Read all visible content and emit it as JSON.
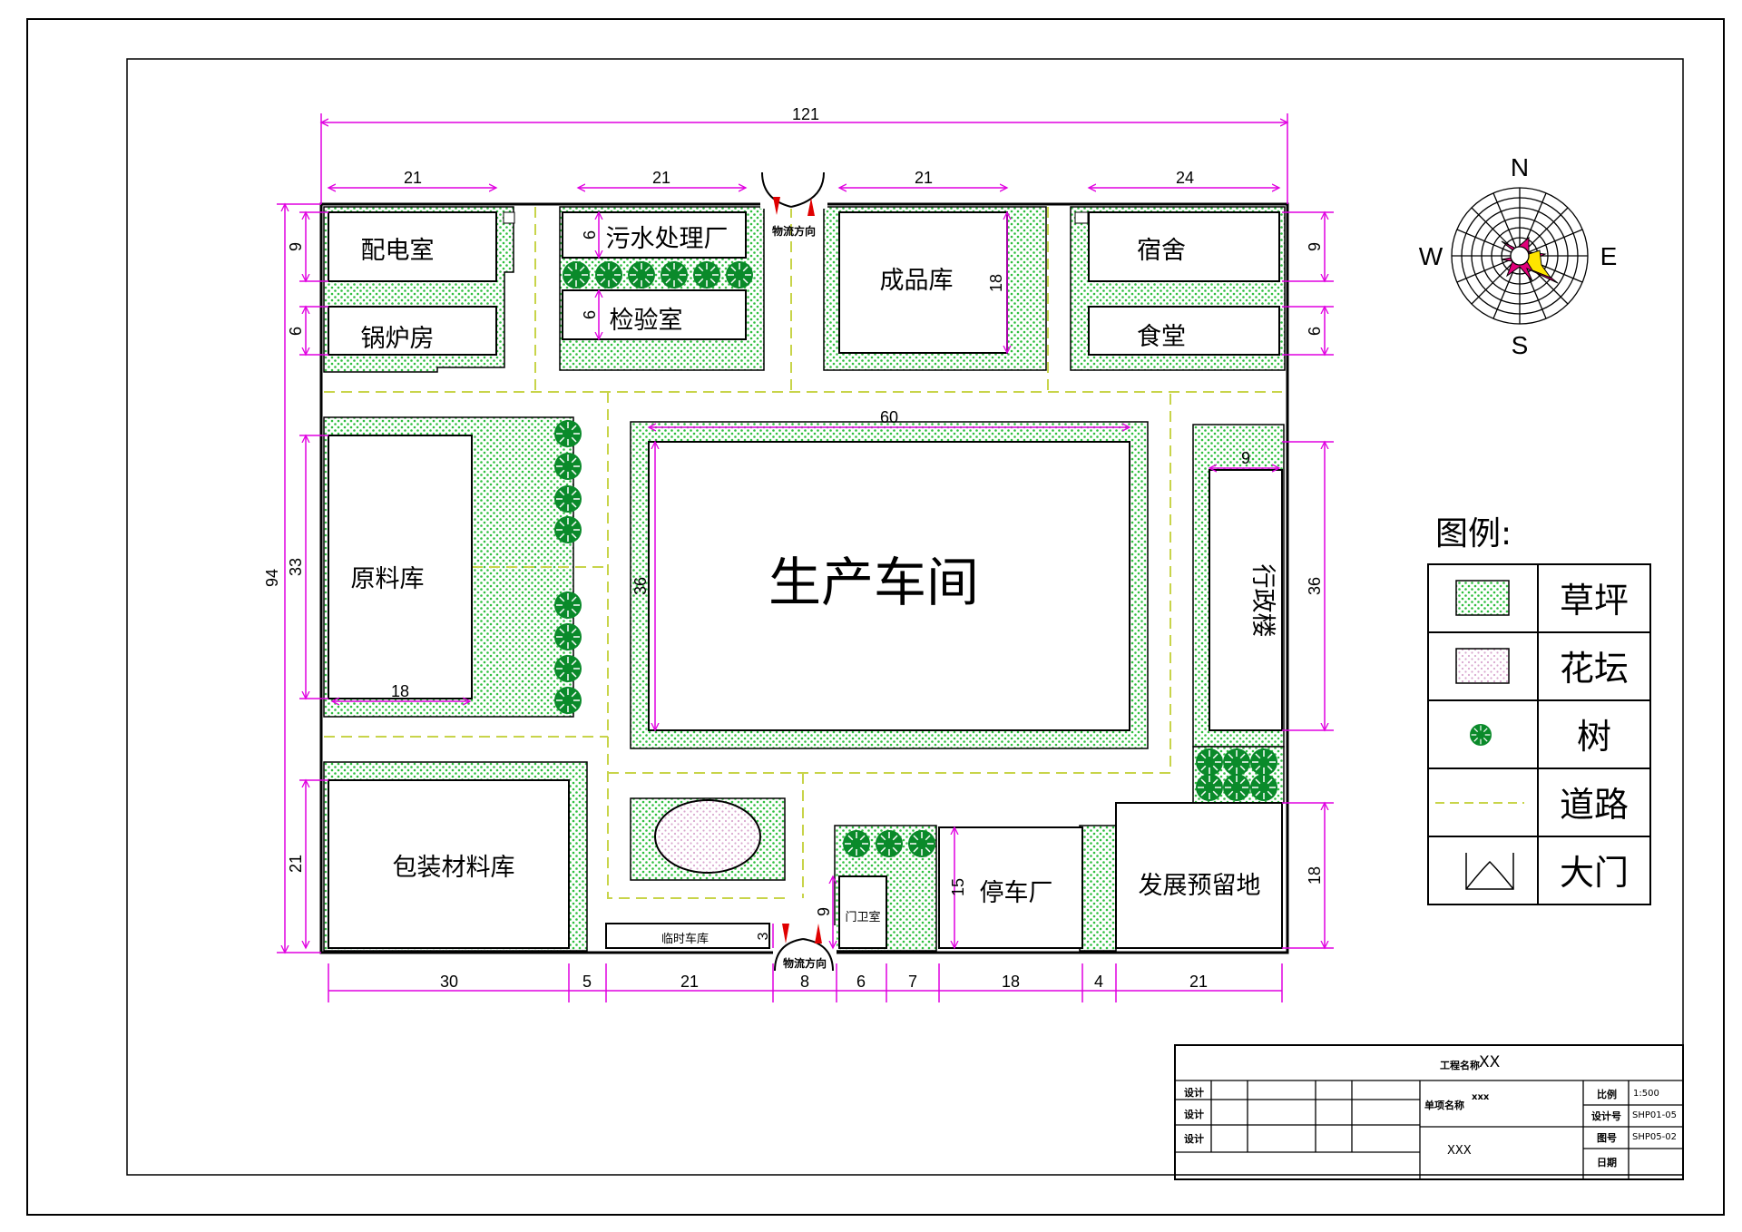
{
  "overall": {
    "width": "121",
    "height": "94"
  },
  "top_dims": [
    "21",
    "21",
    "21",
    "24"
  ],
  "bottom_dims": [
    "30",
    "5",
    "21",
    "8",
    "6",
    "7",
    "18",
    "4",
    "21"
  ],
  "left_dims": [
    "9",
    "6",
    "33",
    "21"
  ],
  "right_dims": [
    "9",
    "6",
    "36",
    "18"
  ],
  "inner_dims": {
    "sewage_a": "6",
    "sewage_b": "6",
    "product_h": "18",
    "workshop_w": "60",
    "workshop_h": "36",
    "admin_w": "9",
    "raw_w": "18",
    "guard_h": "9",
    "temp_h": "3",
    "parking_h": "15"
  },
  "buildings": {
    "power_room": "配电室",
    "boiler_room": "锅炉房",
    "sewage_plant": "污水处理厂",
    "lab": "检验室",
    "product_store": "成品库",
    "dorm": "宿舍",
    "canteen": "食堂",
    "raw_store": "原料库",
    "workshop": "生产车间",
    "admin": "行政楼",
    "pack_store": "包装材料库",
    "temp_garage": "临时车库",
    "guard": "门卫室",
    "parking": "停车厂",
    "reserve": "发展预留地"
  },
  "gates": {
    "top": "物流方向",
    "bottom": "物流方向"
  },
  "compass": {
    "n": "N",
    "e": "E",
    "s": "S",
    "w": "W"
  },
  "legend": {
    "title": "图例:",
    "items": [
      {
        "label": "草坪",
        "icon": "lawn-swatch"
      },
      {
        "label": "花坛",
        "icon": "flowerbed-swatch"
      },
      {
        "label": "树",
        "icon": "tree-dot"
      },
      {
        "label": "道路",
        "icon": "dashed-road-line"
      },
      {
        "label": "大门",
        "icon": "gate-symbol"
      }
    ]
  },
  "title_block": {
    "project_label": "工程名称",
    "project_value": "XX",
    "item_label": "单项名称",
    "item_value": "xxx",
    "design": [
      "设计",
      "设计",
      "设计"
    ],
    "scale_label": "比例",
    "scale_value": "1:500",
    "design_no_label": "设计号",
    "design_no_value": "SHP01-05",
    "drawing_no_label": "图号",
    "drawing_no_value": "SHP05-02",
    "date_label": "日期",
    "bottom_value": "XXX"
  },
  "colors": {
    "lawn": "#2fbf3f",
    "tree": "#0a8a2a",
    "dim": "#e000e0",
    "road": "#c8d44a",
    "arrow": "#e00000"
  }
}
